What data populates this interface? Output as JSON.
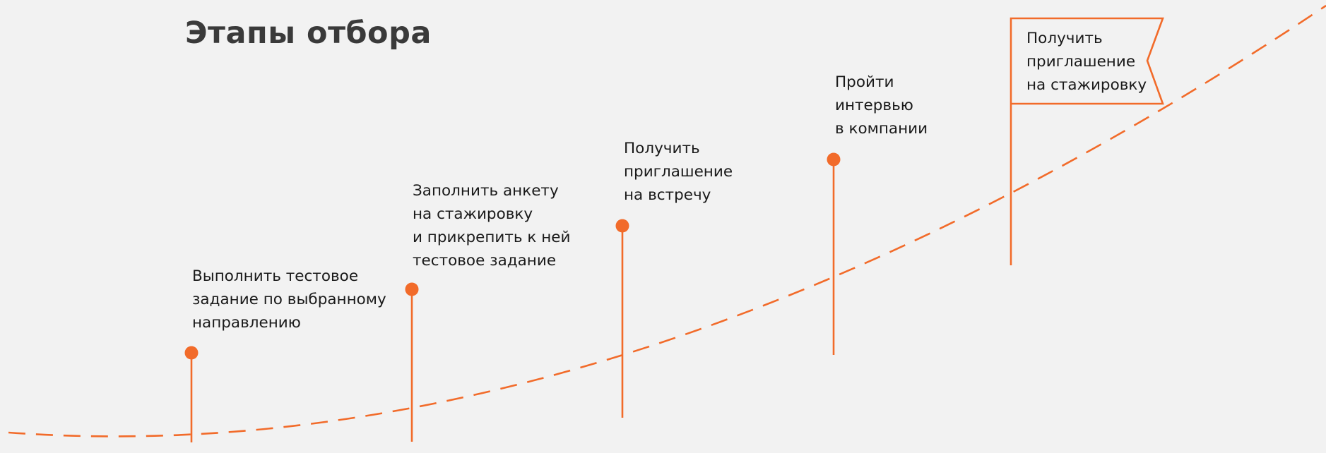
{
  "title": "Этапы отбора",
  "colors": {
    "accent": "#f26b2a",
    "background": "#f2f2f2",
    "title": "#3a3a3a",
    "text": "#1a1a1a"
  },
  "steps": [
    {
      "lines": [
        "Выполнить тестовое",
        "задание по выбранному",
        "направлению"
      ]
    },
    {
      "lines": [
        "Заполнить анкету",
        "на стажировку",
        "и прикрепить к ней",
        "тестовое задание"
      ]
    },
    {
      "lines": [
        "Получить",
        "приглашение",
        "на встречу"
      ]
    },
    {
      "lines": [
        "Пройти",
        "интервью",
        "в компании"
      ]
    }
  ],
  "final_step": {
    "lines": [
      "Получить",
      "приглашение",
      "на стажировку"
    ],
    "icon": "flag-icon"
  }
}
